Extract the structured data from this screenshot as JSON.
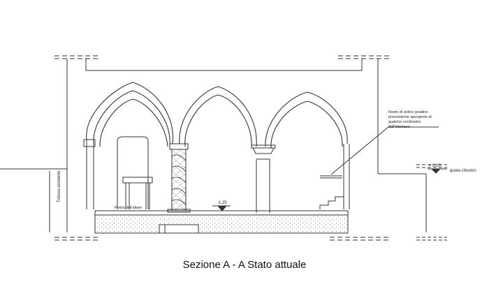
{
  "title": "Sezione A - A  Stato attuale",
  "labels": {
    "trench": "Trincea esistente",
    "altar_stone": "Pietra dell'altare",
    "level_floor": "-1.25",
    "level_cloister": "+ 0.00",
    "cloister_label": "quota chiostro",
    "note_lines": [
      "Resto di antico gradino",
      "preesistente sporgente di",
      "qualche centimetro",
      "dall'intonaco."
    ]
  }
}
